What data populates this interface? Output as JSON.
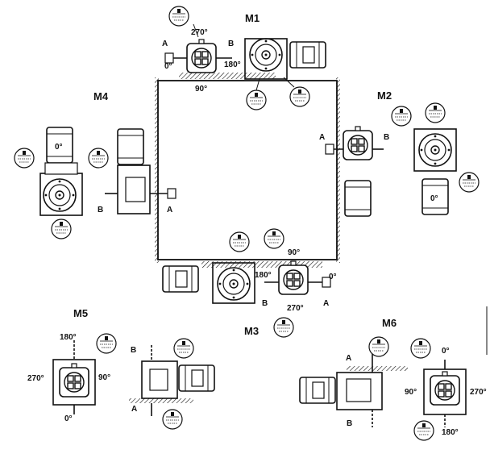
{
  "mounting_positions": [
    {
      "label": "M1",
      "angles": [
        "270°",
        "0°",
        "180°",
        "90°"
      ],
      "letters": [
        "A",
        "B"
      ]
    },
    {
      "label": "M2",
      "letters": [
        "A",
        "B"
      ],
      "motor_marker": "0°"
    },
    {
      "label": "M3",
      "angles": [
        "90°",
        "180°",
        "0°",
        "270°"
      ],
      "letters": [
        "B",
        "A"
      ]
    },
    {
      "label": "M4",
      "letters": [
        "B",
        "A"
      ],
      "motor_marker": "0°"
    },
    {
      "label": "M5",
      "angles": [
        "180°",
        "270°",
        "90°",
        "0°"
      ],
      "letters": [
        "B",
        "A"
      ]
    },
    {
      "label": "M6",
      "angles": [
        "0°",
        "90°",
        "270°",
        "180°"
      ],
      "letters": [
        "A",
        "B"
      ]
    }
  ]
}
